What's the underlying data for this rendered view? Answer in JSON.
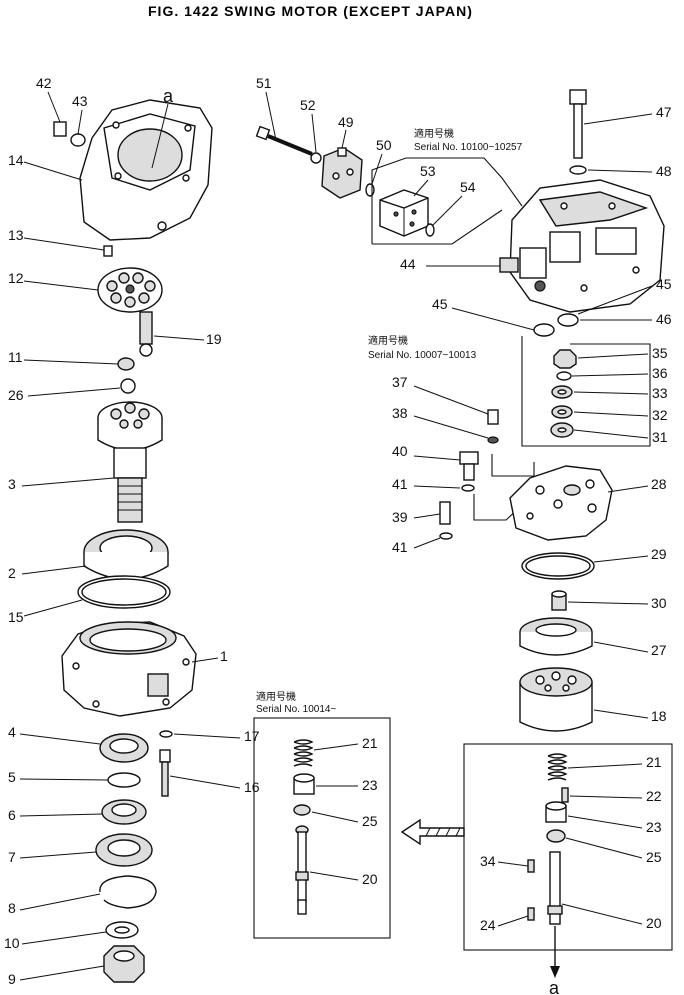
{
  "title": "FIG. 1422   SWING MOTOR (EXCEPT JAPAN)",
  "serial_notes": {
    "a": {
      "label": "適用号機",
      "serial": "Serial No. 10100~10257"
    },
    "b": {
      "label": "適用号機",
      "serial": "Serial No. 10007~10013"
    },
    "c": {
      "label": "適用号機",
      "serial": "Serial No. 10014~"
    }
  },
  "letter_a": "a",
  "letter_a_bottom": "a",
  "callouts": {
    "n1": "1",
    "n2": "2",
    "n3": "3",
    "n4": "4",
    "n5": "5",
    "n6": "6",
    "n7": "7",
    "n8": "8",
    "n9": "9",
    "n10": "10",
    "n11": "11",
    "n12": "12",
    "n13": "13",
    "n14": "14",
    "n15": "15",
    "n16": "16",
    "n17": "17",
    "n18": "18",
    "n19": "19",
    "n20a": "20",
    "n20b": "20",
    "n21a": "21",
    "n21b": "21",
    "n22": "22",
    "n23a": "23",
    "n23b": "23",
    "n24": "24",
    "n25a": "25",
    "n25b": "25",
    "n26": "26",
    "n27": "27",
    "n28": "28",
    "n29": "29",
    "n30": "30",
    "n31": "31",
    "n32": "32",
    "n33": "33",
    "n34": "34",
    "n35": "35",
    "n36": "36",
    "n37": "37",
    "n38": "38",
    "n39": "39",
    "n40": "40",
    "n41a": "41",
    "n41b": "41",
    "n42": "42",
    "n43": "43",
    "n44": "44",
    "n45a": "45",
    "n45b": "45",
    "n46": "46",
    "n47": "47",
    "n48": "48",
    "n49": "49",
    "n50": "50",
    "n51": "51",
    "n52": "52",
    "n53": "53",
    "n54": "54"
  }
}
